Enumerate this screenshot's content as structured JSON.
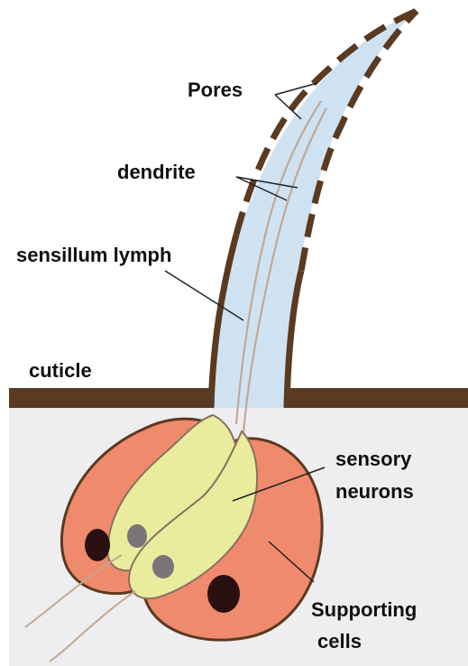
{
  "labels": {
    "pores": "Pores",
    "dendrite": "dendrite",
    "sensillum_lymph": "sensillum lymph",
    "cuticle": "cuticle",
    "sensory_neurons_line1": "sensory",
    "sensory_neurons_line2": "neurons",
    "supporting_cells_line1": "Supporting",
    "supporting_cells_line2": "cells"
  },
  "colors": {
    "cuticle": "#5a3a20",
    "lymph": "#cfe2f2",
    "tissue": "#eeeef0",
    "supporting_cell": "#f08a6c",
    "neuron": "#e8ec9c",
    "nucleus_dark": "#2a1010",
    "nucleus_neuron": "#7a7478",
    "dendrite": "#c2a892",
    "leader": "#222222"
  }
}
